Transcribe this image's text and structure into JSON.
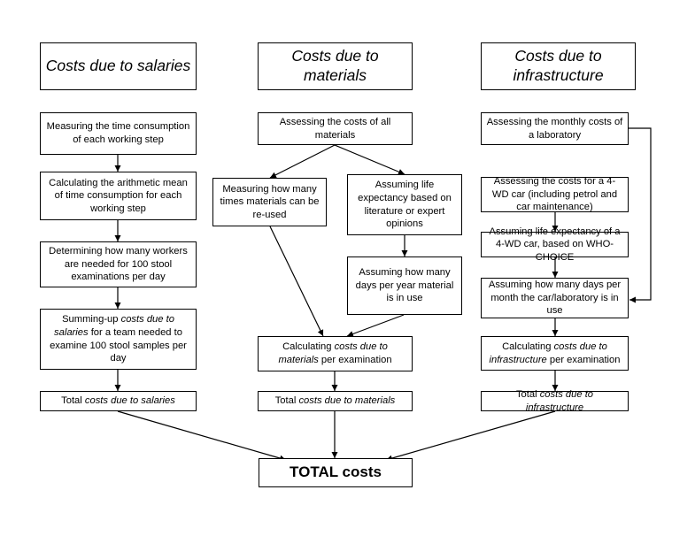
{
  "headers": {
    "salaries": "Costs due to salaries",
    "materials": "Costs due to materials",
    "infrastructure": "Costs due to infrastructure"
  },
  "salaries": {
    "measure_time": "Measuring the time consumption of each working step",
    "mean_time": "Calculating the arithmetic mean of time consumption for each working step",
    "workers": "Determining how many workers are needed for 100 stool examinations per day",
    "sum_pre": "Summing-up ",
    "sum_em": "costs due to salaries",
    "sum_post": " for a team needed to examine 100 stool samples per day",
    "total_pre": "Total ",
    "total_em": "costs due to salaries"
  },
  "materials": {
    "assess": "Assessing the costs of all materials",
    "reuse": "Measuring how many times materials can be re-used",
    "life": "Assuming life expectancy based on literature or expert opinions",
    "days": "Assuming how many days per year material is in use",
    "calc_pre": "Calculating ",
    "calc_em": "costs due to materials",
    "calc_post": " per examination",
    "total_pre": "Total ",
    "total_em": "costs due to materials"
  },
  "infrastructure": {
    "monthly": "Assessing the monthly costs of a laboratory",
    "car": "Assessing the costs for a 4-WD car (including petrol and car maintenance)",
    "life": "Assuming life expectancy of a 4-WD car, based on WHO-CHOICE",
    "days": "Assuming how many days per month the car/laboratory is in use",
    "calc_pre": "Calculating ",
    "calc_em": "costs due to infrastructure",
    "calc_post": " per examination",
    "total_pre": "Total ",
    "total_em": "costs due to infrastructure"
  },
  "total": "TOTAL costs"
}
